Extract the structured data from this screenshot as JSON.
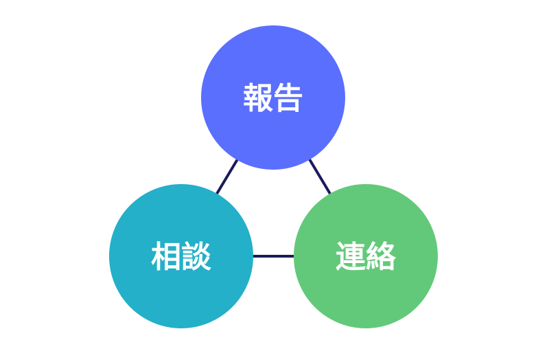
{
  "nodes": {
    "top": {
      "label": "報告",
      "color": "#5a6ffe"
    },
    "left": {
      "label": "相談",
      "color": "#23b0c8"
    },
    "right": {
      "label": "連絡",
      "color": "#63c97a"
    }
  },
  "edge_color": "#1c1a5c"
}
